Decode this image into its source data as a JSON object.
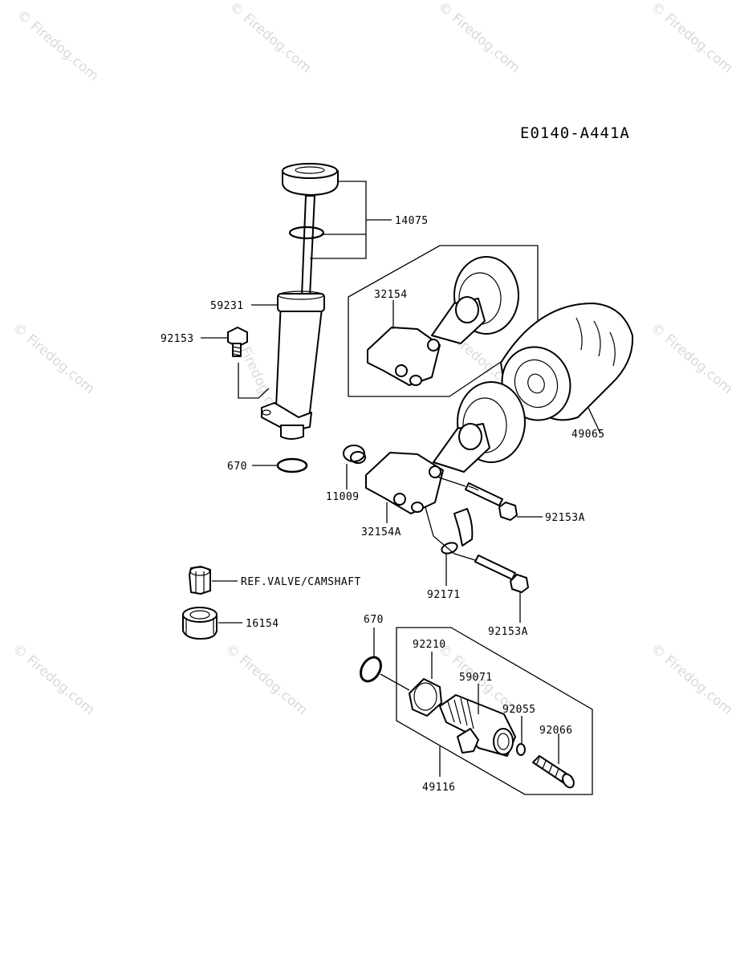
{
  "diagram_code": "E0140-A441A",
  "watermark_text": "© Firedog.com",
  "part_labels": {
    "p14075": "14075",
    "p59231": "59231",
    "p92153": "92153",
    "p670_top": "670",
    "p32154": "32154",
    "p49065": "49065",
    "p11009": "11009",
    "p32154A": "32154A",
    "p92153A_1": "92153A",
    "p92171": "92171",
    "p92153A_2": "92153A",
    "ref_valve": "REF.VALVE/CAMSHAFT",
    "p16154": "16154",
    "p670_bottom": "670",
    "p92210": "92210",
    "p59071": "59071",
    "p92055": "92055",
    "p92066": "92066",
    "p49116": "49116"
  },
  "colors": {
    "line": "#000000",
    "watermark": "#d9d9d9",
    "background": "#ffffff"
  }
}
